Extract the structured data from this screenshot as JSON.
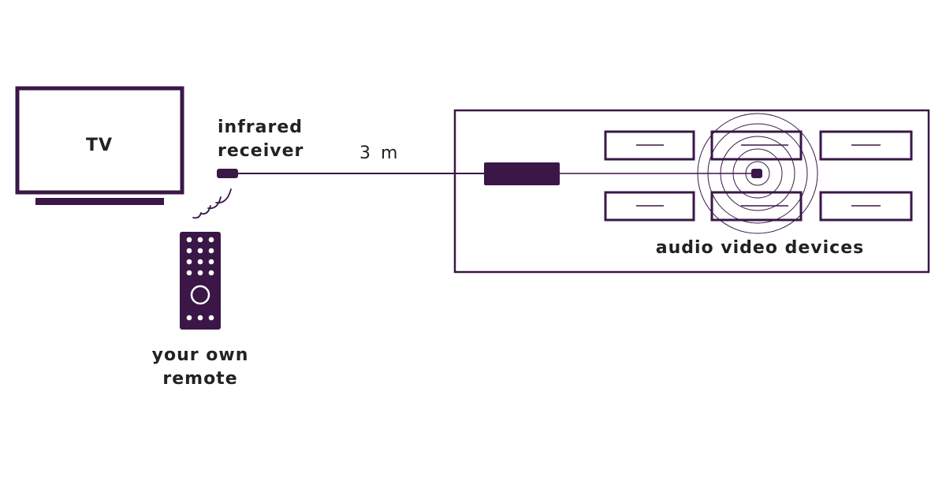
{
  "colors": {
    "primary": "#3a1747",
    "text": "#222222",
    "background": "#ffffff"
  },
  "labels": {
    "tv": "TV",
    "ir_receiver_line1": "infrared",
    "ir_receiver_line2": "receiver",
    "cable_length": "3 m",
    "devices": "audio video devices",
    "remote_line1": "your own",
    "remote_line2": "remote"
  }
}
